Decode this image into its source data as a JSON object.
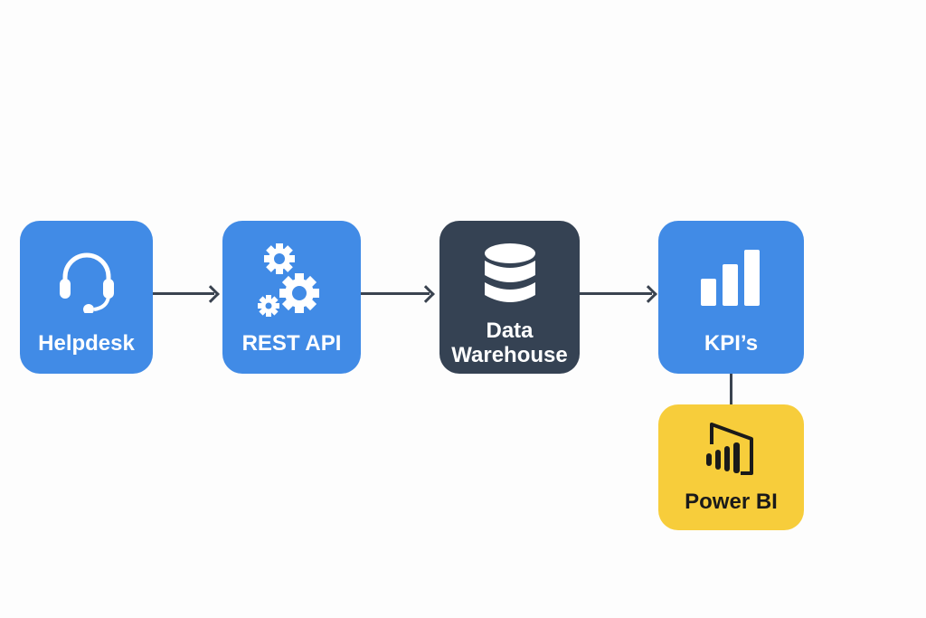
{
  "diagram": {
    "type": "flowchart",
    "nodes": [
      {
        "id": "helpdesk",
        "label": "Helpdesk",
        "icon": "headset-icon",
        "color": "#418be6"
      },
      {
        "id": "rest-api",
        "label": "REST API",
        "icon": "gears-icon",
        "color": "#418be6"
      },
      {
        "id": "data-warehouse",
        "label_line1": "Data",
        "label_line2": "Warehouse",
        "icon": "database-icon",
        "color": "#354253"
      },
      {
        "id": "kpis",
        "label": "KPI’s",
        "icon": "bar-chart-icon",
        "color": "#418be6"
      },
      {
        "id": "power-bi",
        "label": "Power BI",
        "icon": "power-bi-icon",
        "color": "#f7cd3b"
      }
    ],
    "edges": [
      {
        "from": "helpdesk",
        "to": "rest-api",
        "arrow": true
      },
      {
        "from": "rest-api",
        "to": "data-warehouse",
        "arrow": true
      },
      {
        "from": "data-warehouse",
        "to": "kpis",
        "arrow": true
      },
      {
        "from": "kpis",
        "to": "power-bi",
        "arrow": false
      }
    ]
  }
}
